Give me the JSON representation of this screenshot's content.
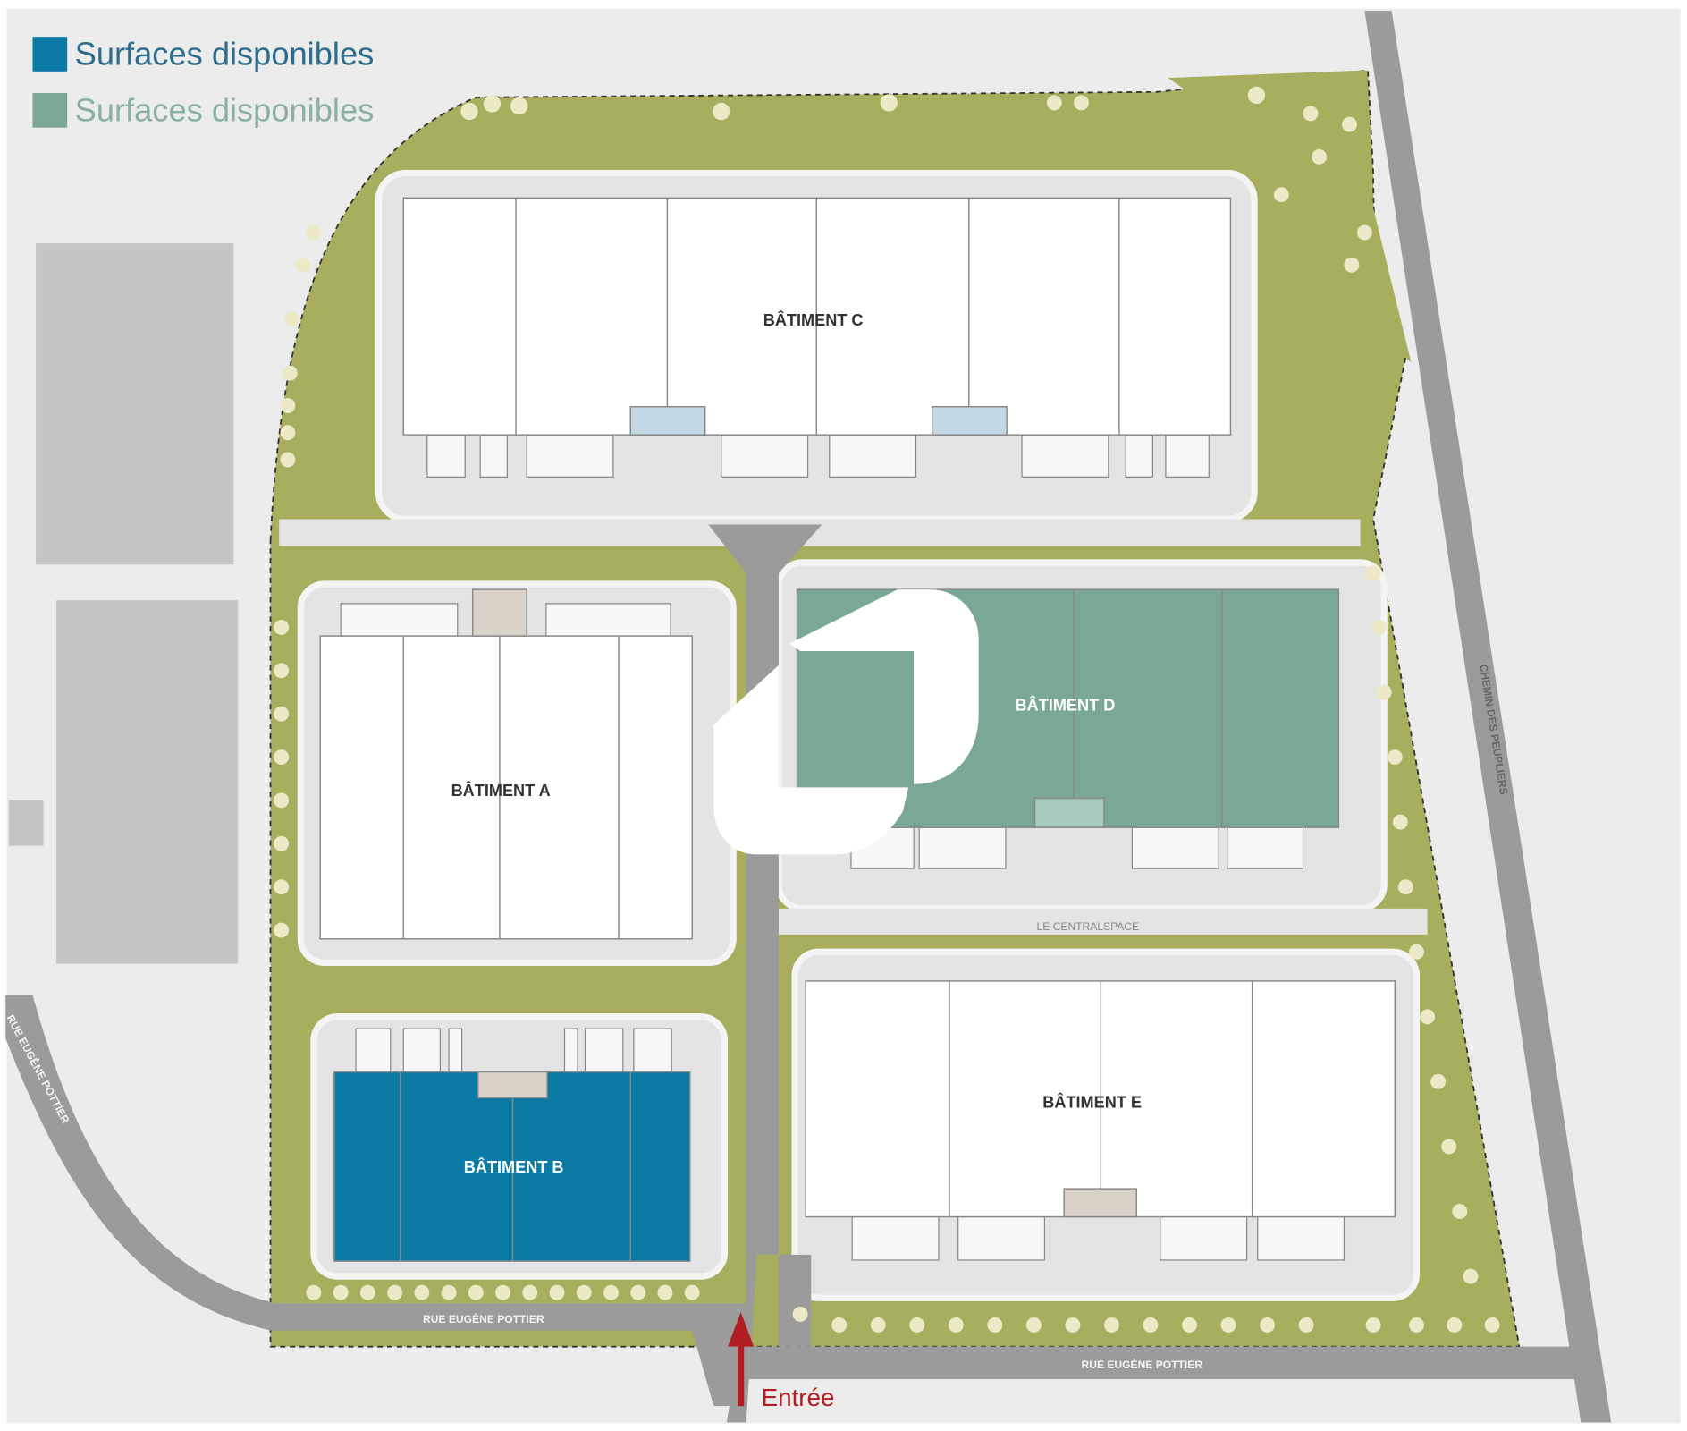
{
  "legend": [
    {
      "label": "Surfaces disponibles",
      "color": "#0b7aa5"
    },
    {
      "label": "Surfaces disponibles",
      "color": "#7aa894"
    }
  ],
  "buildings": {
    "a": "BÂTIMENT A",
    "b": "BÂTIMENT B",
    "c": "BÂTIMENT C",
    "d": "BÂTIMENT D",
    "e": "BÂTIMENT E"
  },
  "roads": {
    "rue_left": "RUE EUGÈNE POTTIER",
    "rue_bottom": "RUE EUGÈNE POTTIER",
    "rue_diag": "RUE EUGÈNE POTTIER",
    "chemin": "CHEMIN DES PEUPLIERS"
  },
  "central": "LE CENTRALSPACE",
  "entrance": "Entrée",
  "colors": {
    "green": "#a7ae5e",
    "road": "#9b9b9b",
    "bg": "#ececec",
    "entrance": "#b01e23"
  }
}
